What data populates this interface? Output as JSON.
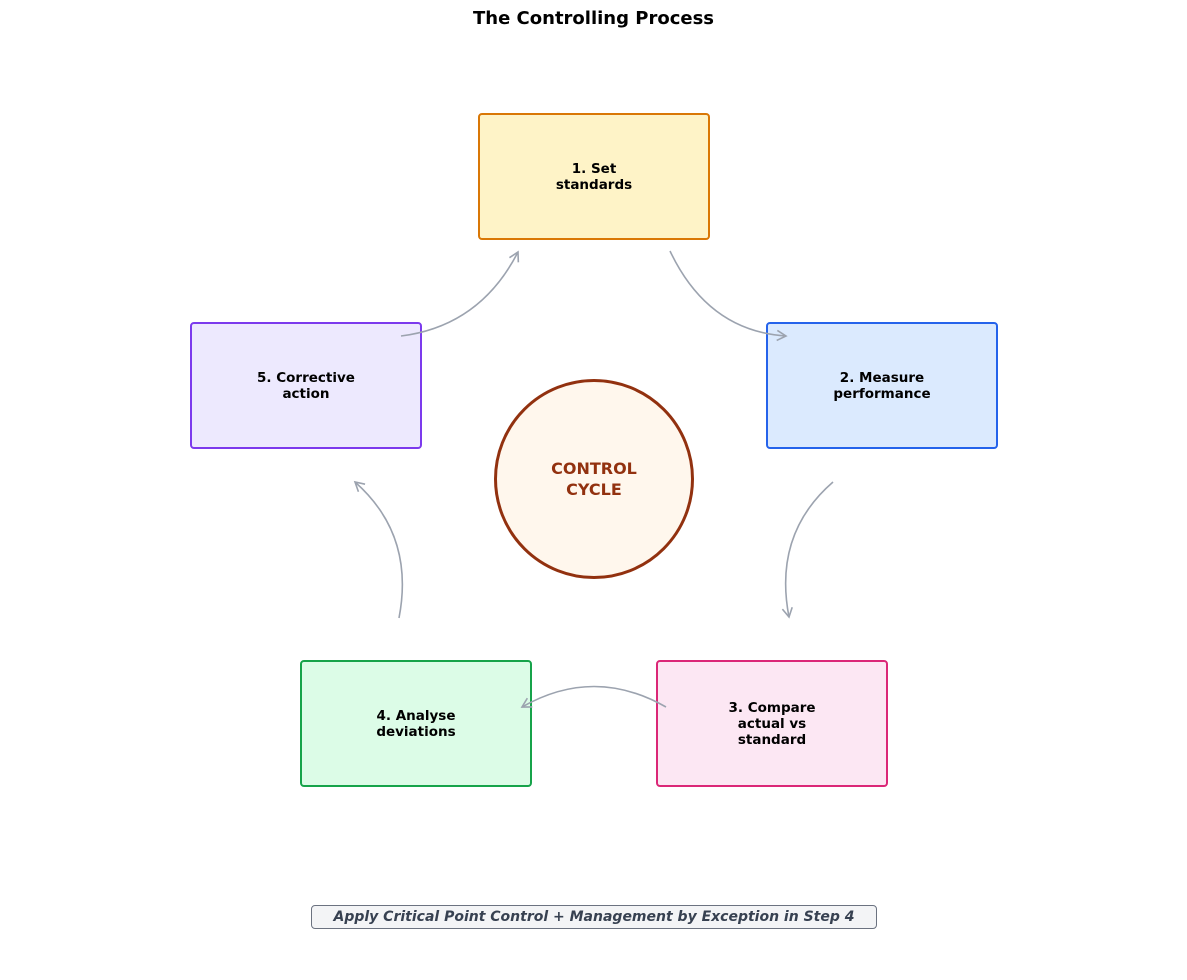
{
  "title": "The Controlling Process",
  "center": {
    "label": "CONTROL\nCYCLE",
    "fill": "#fff7ed",
    "stroke": "#92310f"
  },
  "steps": [
    {
      "label": "1. Set\nstandards",
      "fill": "#fef3c7",
      "stroke": "#d97706"
    },
    {
      "label": "2. Measure\nperformance",
      "fill": "#dbeafe",
      "stroke": "#2563eb"
    },
    {
      "label": "3. Compare\nactual vs\nstandard",
      "fill": "#fce7f3",
      "stroke": "#db2777"
    },
    {
      "label": "4. Analyse\ndeviations",
      "fill": "#dcfce7",
      "stroke": "#16a34a"
    },
    {
      "label": "5. Corrective\naction",
      "fill": "#ede9fe",
      "stroke": "#7c3aed"
    }
  ],
  "arrow_color": "#9ca3af",
  "footer": "Apply Critical Point Control + Management by Exception in Step 4"
}
